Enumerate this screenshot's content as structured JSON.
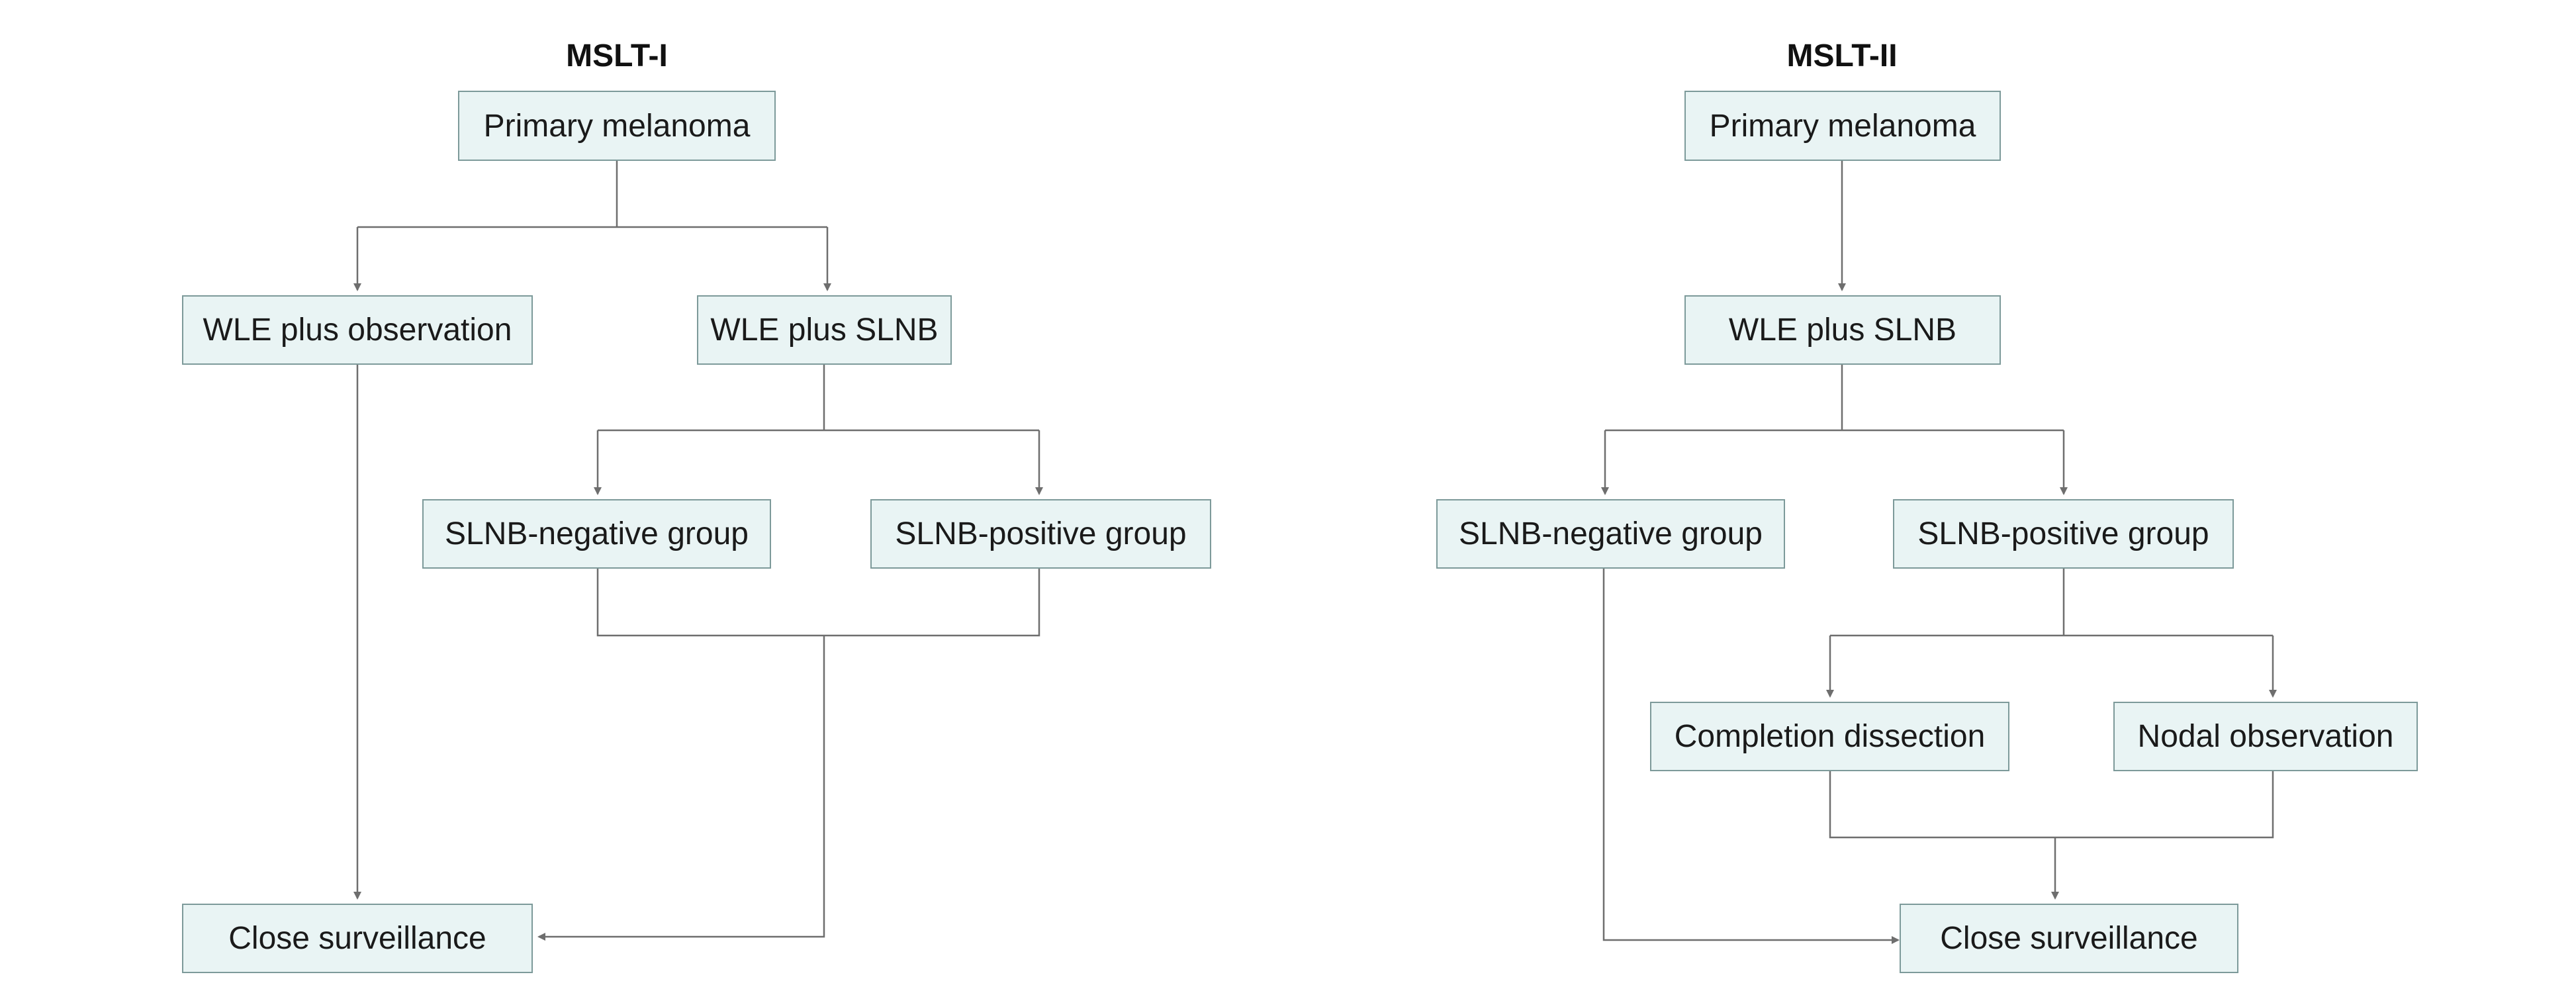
{
  "diagrams": [
    {
      "title": "MSLT-I",
      "nodes": {
        "primary": "Primary melanoma",
        "wle_obs": "WLE plus observation",
        "wle_slnb": "WLE plus SLNB",
        "slnb_neg": "SLNB-negative group",
        "slnb_pos": "SLNB-positive group",
        "close_surv": "Close surveillance"
      }
    },
    {
      "title": "MSLT-II",
      "nodes": {
        "primary": "Primary melanoma",
        "wle_slnb": "WLE plus SLNB",
        "slnb_neg": "SLNB-negative group",
        "slnb_pos": "SLNB-positive group",
        "completion": "Completion dissection",
        "nodal_obs": "Nodal observation",
        "close_surv": "Close surveillance"
      }
    }
  ],
  "colors": {
    "box_fill": "#e9f4f4",
    "box_border": "#7d9a9a",
    "connector": "#6e6e6e",
    "text": "#1a1a1a"
  }
}
